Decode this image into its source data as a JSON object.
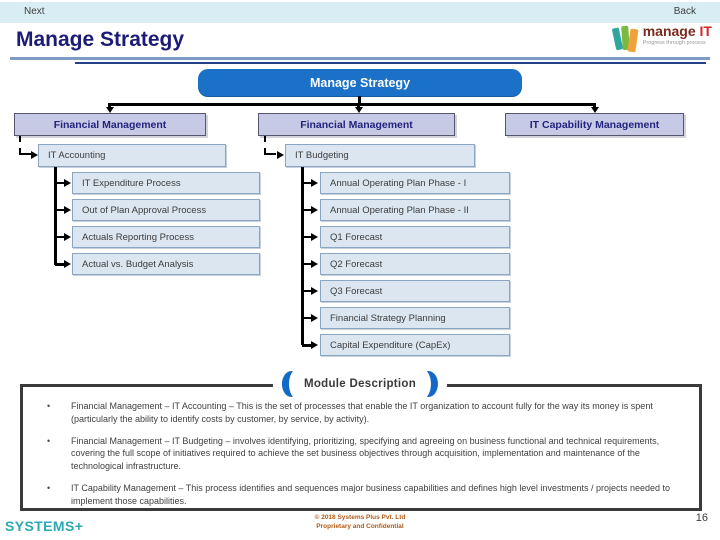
{
  "nav": {
    "next_label": "Next",
    "back_label": "Back"
  },
  "header": {
    "title": "Manage Strategy",
    "logo": {
      "brand": "manage",
      "suffix": " IT",
      "tagline": "Progress through process"
    }
  },
  "org_chart": {
    "root_label": "Manage Strategy",
    "columns": [
      {
        "header": "Financial Management",
        "group": "IT Accounting",
        "children": [
          "IT Expenditure Process",
          "Out of Plan Approval Process",
          "Actuals Reporting Process",
          "Actual vs. Budget Analysis"
        ]
      },
      {
        "header": "Financial Management",
        "group": "IT Budgeting",
        "children": [
          "Annual Operating Plan Phase - I",
          "Annual Operating Plan Phase - II",
          "Q1 Forecast",
          "Q2 Forecast",
          "Q3 Forecast",
          "Financial Strategy Planning",
          "Capital Expenditure (CapEx)"
        ]
      },
      {
        "header": "IT Capability Management",
        "group": null,
        "children": []
      }
    ]
  },
  "module_description": {
    "title": "Module Description",
    "bullet_marker": "•",
    "bullets": [
      "Financial Management – IT Accounting – This is the set of processes that enable the IT organization to account fully for the way its money is spent (particularly the ability to identify costs by customer, by service, by activity).",
      "Financial Management – IT Budgeting – involves identifying, prioritizing, specifying and agreeing on business functional and technical requirements, covering the full scope of initiatives required to achieve the set business objectives through acquisition, implementation and maintenance of the technological infrastructure.",
      "IT Capability Management – This process identifies and sequences major business capabilities and defines high level investments / projects needed to implement those capabilities."
    ]
  },
  "footer": {
    "logo_text": "SYSTEMS+",
    "copyright_line1": "© 2018 Systems Plus Pvt. Ltd",
    "copyright_line2": "Proprietary and Confidential",
    "page_number": "16"
  },
  "colors": {
    "topbar_blue": "#d9edf4",
    "title_navy": "#1c1c78",
    "root_box_blue": "#1a71c7",
    "level2_lavender": "#c7cae4",
    "process_box_blue": "#dce6f1",
    "crescent_blue": "#1468c8",
    "footer_teal": "#2aa9b4",
    "copyright_orange": "#b15a16"
  }
}
